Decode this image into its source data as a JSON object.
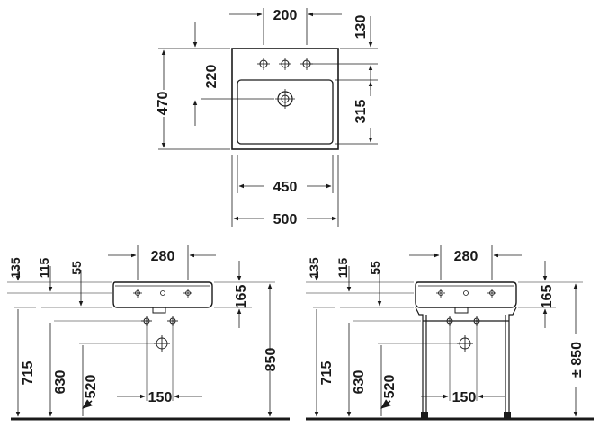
{
  "top_view": {
    "w200": "200",
    "w130": "130",
    "h470": "470",
    "h220": "220",
    "h315": "315",
    "w450": "450",
    "w500": "500"
  },
  "side_view_left": {
    "d135": "135",
    "d115": "115",
    "d55": "55",
    "d280": "280",
    "d165": "165",
    "d715": "715",
    "d630": "630",
    "d520": "520",
    "d150": "150",
    "d850": "850"
  },
  "side_view_right": {
    "d135": "135",
    "d115": "115",
    "d55": "55",
    "d280": "280",
    "d165": "165",
    "d715": "715",
    "d630": "630",
    "d520": "520",
    "d150": "150",
    "d850": "± 850"
  }
}
